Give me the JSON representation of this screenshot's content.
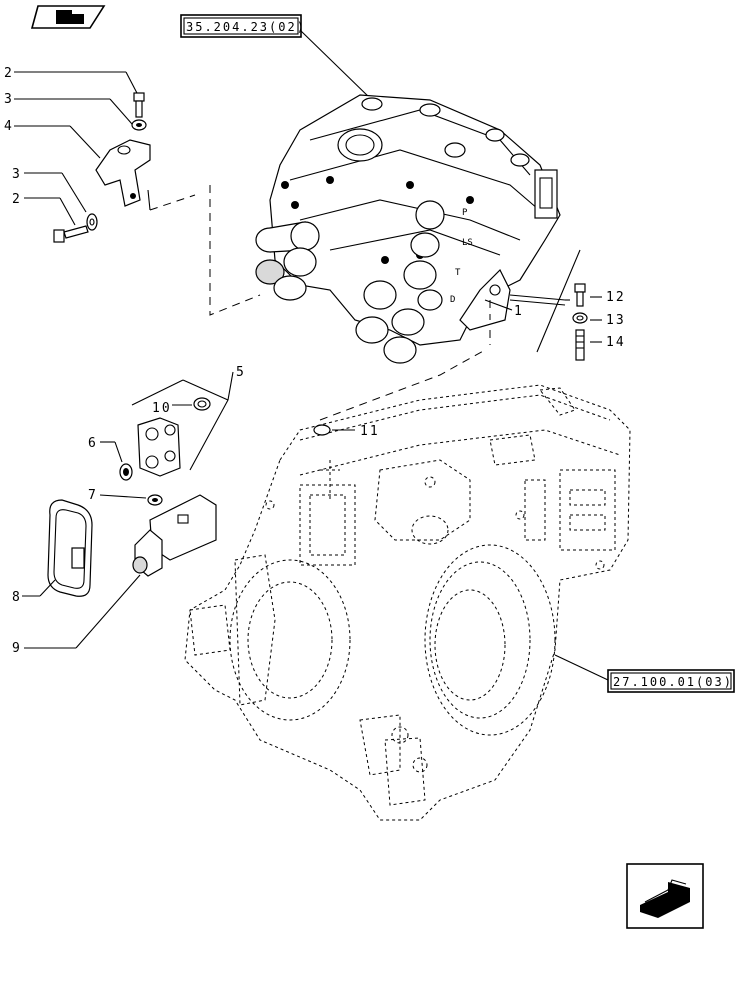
{
  "references": {
    "valve_ref": "35.204.23(02)",
    "housing_ref": "27.100.01(03)"
  },
  "callouts": [
    "1",
    "2",
    "3",
    "4",
    "5",
    "6",
    "7",
    "8",
    "9",
    "10",
    "11",
    "12",
    "13",
    "14"
  ],
  "icons": {
    "top_left": "book-pointer-icon",
    "bottom_right": "next-page-arrow-icon"
  }
}
